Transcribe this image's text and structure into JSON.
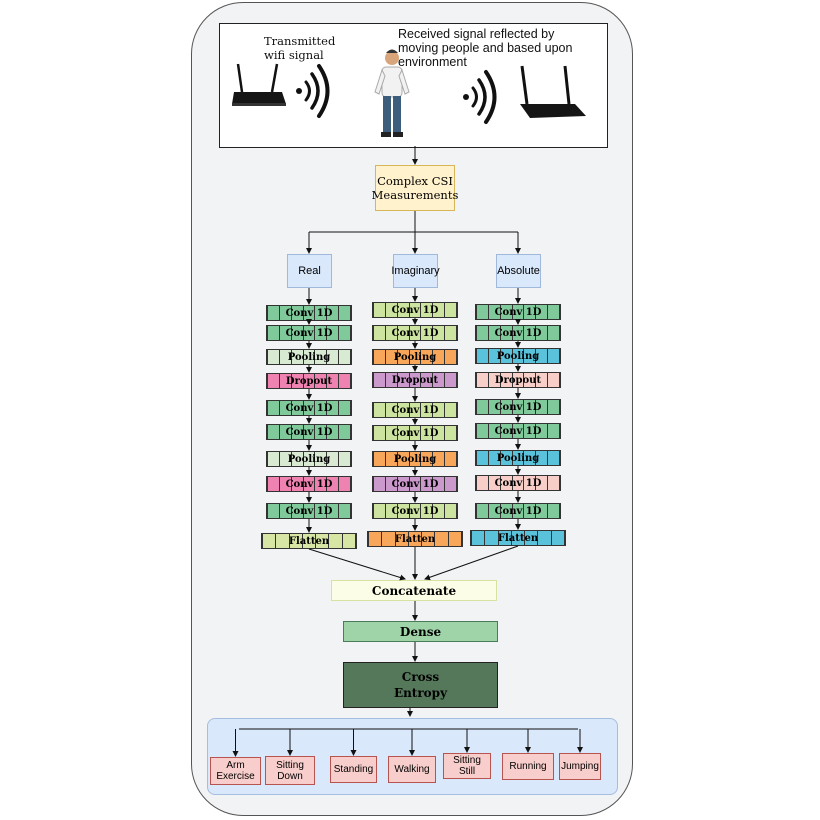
{
  "scene": {
    "transmitted_label": "Transmitted wifi signal",
    "received_label": "Received signal reflected by moving people and based upon environment"
  },
  "csi_box": "Complex CSI Measurements",
  "branches": [
    {
      "name": "Real",
      "layers": [
        {
          "label": "Conv 1D",
          "color": "#7fc99a"
        },
        {
          "label": "Conv 1D",
          "color": "#7fc99a"
        },
        {
          "label": "Pooling",
          "color": "#d9ead3"
        },
        {
          "label": "Dropout",
          "color": "#ee82b0"
        },
        {
          "label": "Conv 1D",
          "color": "#7fc99a"
        },
        {
          "label": "Conv 1D",
          "color": "#7fc99a"
        },
        {
          "label": "Pooling",
          "color": "#d9ead3"
        },
        {
          "label": "Conv 1D",
          "color": "#ee82b0"
        },
        {
          "label": "Conv 1D",
          "color": "#7fc99a"
        },
        {
          "label": "Flatten",
          "color": "#d7e6a4"
        }
      ]
    },
    {
      "name": "Imaginary",
      "layers": [
        {
          "label": "Conv 1D",
          "color": "#cde4a0"
        },
        {
          "label": "Conv 1D",
          "color": "#cde4a0"
        },
        {
          "label": "Pooling",
          "color": "#f7a65a"
        },
        {
          "label": "Dropout",
          "color": "#cc99cc"
        },
        {
          "label": "Conv 1D",
          "color": "#cde4a0"
        },
        {
          "label": "Conv 1D",
          "color": "#cde4a0"
        },
        {
          "label": "Pooling",
          "color": "#f7a65a"
        },
        {
          "label": "Conv 1D",
          "color": "#cc99cc"
        },
        {
          "label": "Conv 1D",
          "color": "#cde4a0"
        },
        {
          "label": "Flatten",
          "color": "#f7a65a"
        }
      ]
    },
    {
      "name": "Absolute",
      "layers": [
        {
          "label": "Conv 1D",
          "color": "#7fc99a"
        },
        {
          "label": "Conv 1D",
          "color": "#7fc99a"
        },
        {
          "label": "Pooling",
          "color": "#5bc2dc"
        },
        {
          "label": "Dropout",
          "color": "#f8cfc8"
        },
        {
          "label": "Conv 1D",
          "color": "#7fc99a"
        },
        {
          "label": "Conv 1D",
          "color": "#7fc99a"
        },
        {
          "label": "Pooling",
          "color": "#5bc2dc"
        },
        {
          "label": "Conv 1D",
          "color": "#f8cfc8"
        },
        {
          "label": "Conv 1D",
          "color": "#7fc99a"
        },
        {
          "label": "Flatten",
          "color": "#5bc2dc"
        }
      ]
    }
  ],
  "concatenate": "Concatenate",
  "dense": "Dense",
  "cross_entropy": "Cross Entropy",
  "outputs": [
    "Arm Exercise",
    "Sitting Down",
    "Standing",
    "Walking",
    "Sitting Still",
    "Running",
    "Jumping"
  ]
}
